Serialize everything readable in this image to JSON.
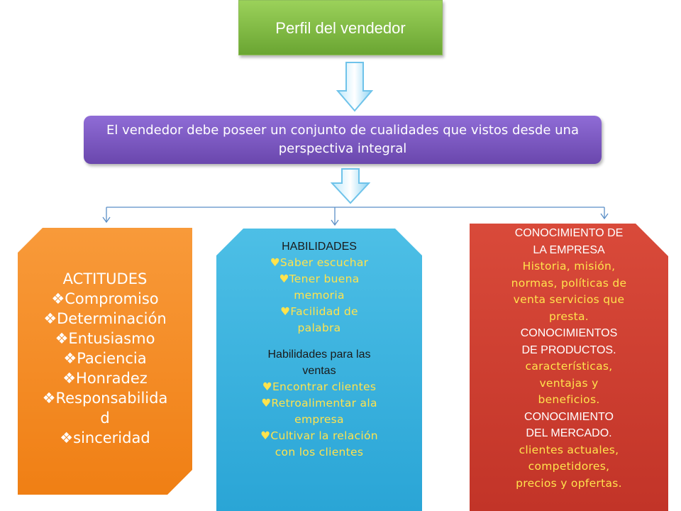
{
  "title": "Perfil del vendedor",
  "subtitle": "El vendedor debe poseer un conjunto de cualidades que vistos desde una perspectiva integral",
  "actitudes": {
    "heading": "ACTITUDES",
    "bullet": "❖",
    "items": [
      "Compromiso",
      "Determinación",
      "Entusiasmo",
      "Paciencia",
      "Honradez",
      "Responsabilida",
      "d",
      "sinceridad"
    ]
  },
  "habilidades": {
    "heading": "HABILIDADES",
    "bullet": "♥",
    "lines": [
      "♥Saber escuchar",
      "♥Tener buena",
      "memoria",
      "♥Facilidad de",
      "palabra"
    ],
    "ventas_heading_lines": [
      "Habilidades para las",
      "ventas"
    ],
    "ventas_lines": [
      "♥Encontrar clientes",
      "♥Retroalimentar ala",
      "empresa",
      "♥Cultivar la relación",
      "con los clientes"
    ]
  },
  "conocimiento": {
    "empresa_heading_lines": [
      "CONOCIMIENTO DE",
      "LA EMPRESA"
    ],
    "empresa_lines": [
      "Historia, misión,",
      "normas, políticas de",
      "venta servicios que",
      "presta."
    ],
    "productos_heading_lines": [
      "CONOCIMIENTOS",
      "DE PRODUCTOS."
    ],
    "productos_lines": [
      "características,",
      "ventajas y",
      "beneficios."
    ],
    "mercado_heading_lines": [
      "CONOCIMIENTO",
      "DEL MERCADO."
    ],
    "mercado_lines": [
      "clientes actuales,",
      "competidores,",
      "precios y opfertas."
    ]
  },
  "colors": {
    "green": "#7cb940",
    "purple": "#7b57c2",
    "orange": "#f5891f",
    "blue": "#33b1de",
    "red": "#cc3d30",
    "yellow_text": "#ffe34d"
  }
}
